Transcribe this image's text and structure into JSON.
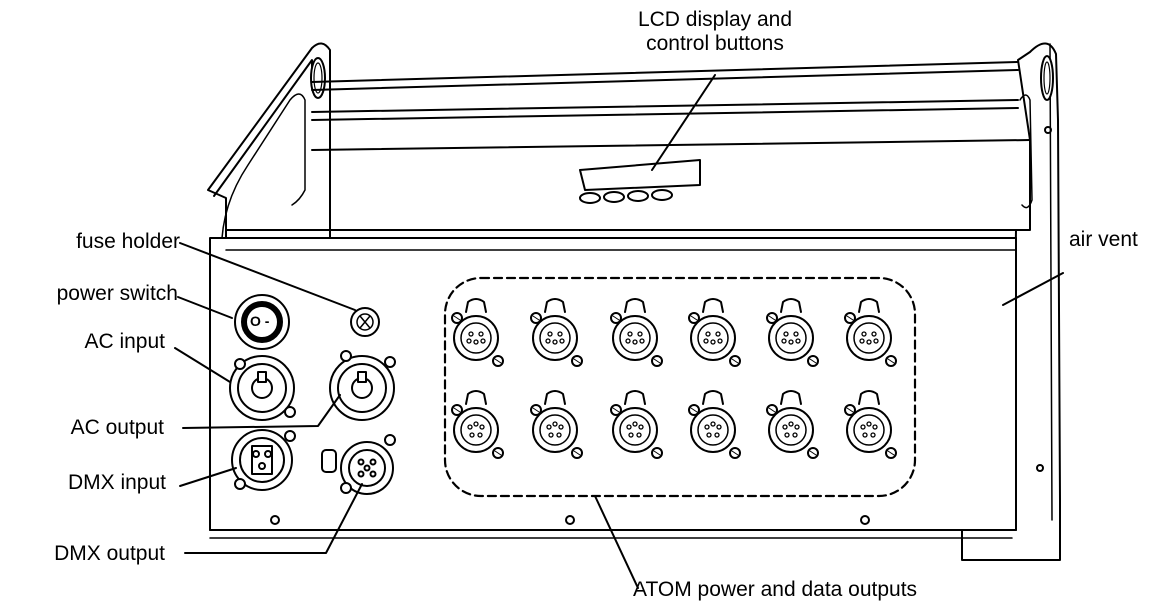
{
  "labels": {
    "lcd_display_line1": "LCD display and",
    "lcd_display_line2": "control buttons",
    "fuse_holder": "fuse holder",
    "power_switch": "power switch",
    "ac_input": "AC input",
    "ac_output": "AC output",
    "dmx_input": "DMX input",
    "dmx_output": "DMX output",
    "air_vent": "air vent",
    "atom_outputs": "ATOM power and data outputs"
  },
  "power_switch_mark": "O -",
  "colors": {
    "line": "#000000",
    "fill": "#ffffff"
  }
}
